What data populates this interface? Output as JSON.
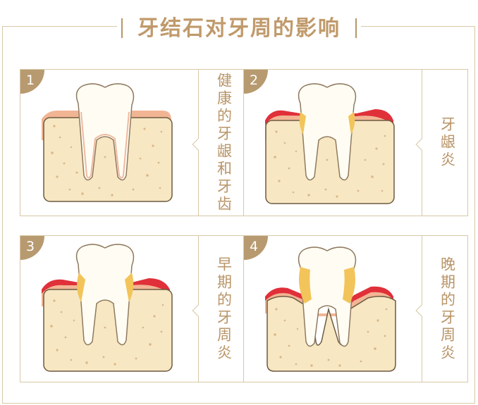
{
  "title": "牙结石对牙周的影响",
  "panels": [
    {
      "number": "1",
      "label": "健康的牙龈和牙齿"
    },
    {
      "number": "2",
      "label": "牙龈炎"
    },
    {
      "number": "3",
      "label": "早期的牙周炎"
    },
    {
      "number": "4",
      "label": "晚期的牙周炎"
    }
  ],
  "colors": {
    "gold": "#c09a6b",
    "bone": "#f7e7c2",
    "gum_healthy": "#f2b594",
    "gum_inflamed": "#e0303a",
    "tartar": "#f2c45a",
    "tooth": "#fffdf3"
  }
}
